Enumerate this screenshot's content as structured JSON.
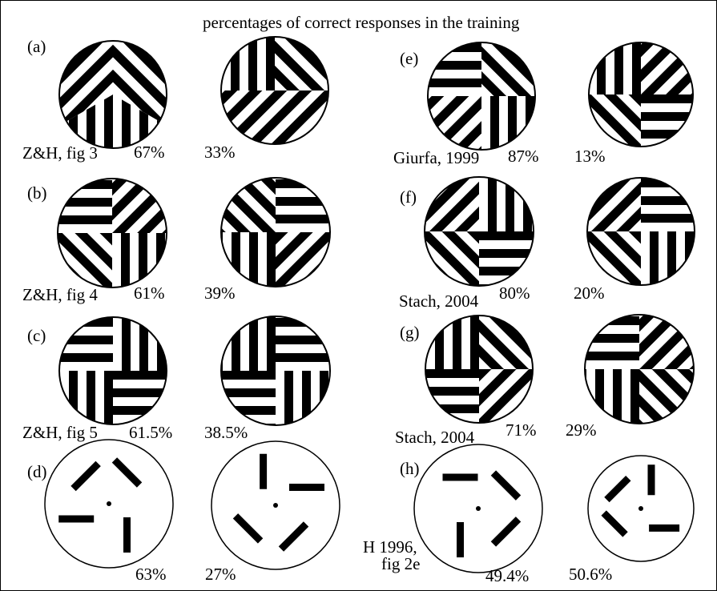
{
  "title": "percentages of correct responses in the training",
  "panels": {
    "a": {
      "label": "(a)",
      "source": "Z&H, fig 3",
      "left_pct": "67%",
      "right_pct": "33%"
    },
    "b": {
      "label": "(b)",
      "source": "Z&H, fig 4",
      "left_pct": "61%",
      "right_pct": "39%"
    },
    "c": {
      "label": "(c)",
      "source": "Z&H, fig 5",
      "left_pct": "61.5%",
      "right_pct": "38.5%"
    },
    "d": {
      "label": "(d)",
      "left_pct": "63%",
      "right_pct": "27%"
    },
    "e": {
      "label": "(e)",
      "source": "Giurfa, 1999",
      "left_pct": "87%",
      "right_pct": "13%"
    },
    "f": {
      "label": "(f)",
      "source": "Stach, 2004",
      "left_pct": "80%",
      "right_pct": "20%"
    },
    "g": {
      "label": "(g)",
      "source": "Stach, 2004",
      "left_pct": "71%",
      "right_pct": "29%"
    },
    "h": {
      "label": "(h)",
      "source_line1": "H 1996,",
      "source_line2": "fig 2e",
      "left_pct": "49.4%",
      "right_pct": "50.6%"
    }
  },
  "colors": {
    "ink": "#000000",
    "paper": "#ffffff"
  }
}
